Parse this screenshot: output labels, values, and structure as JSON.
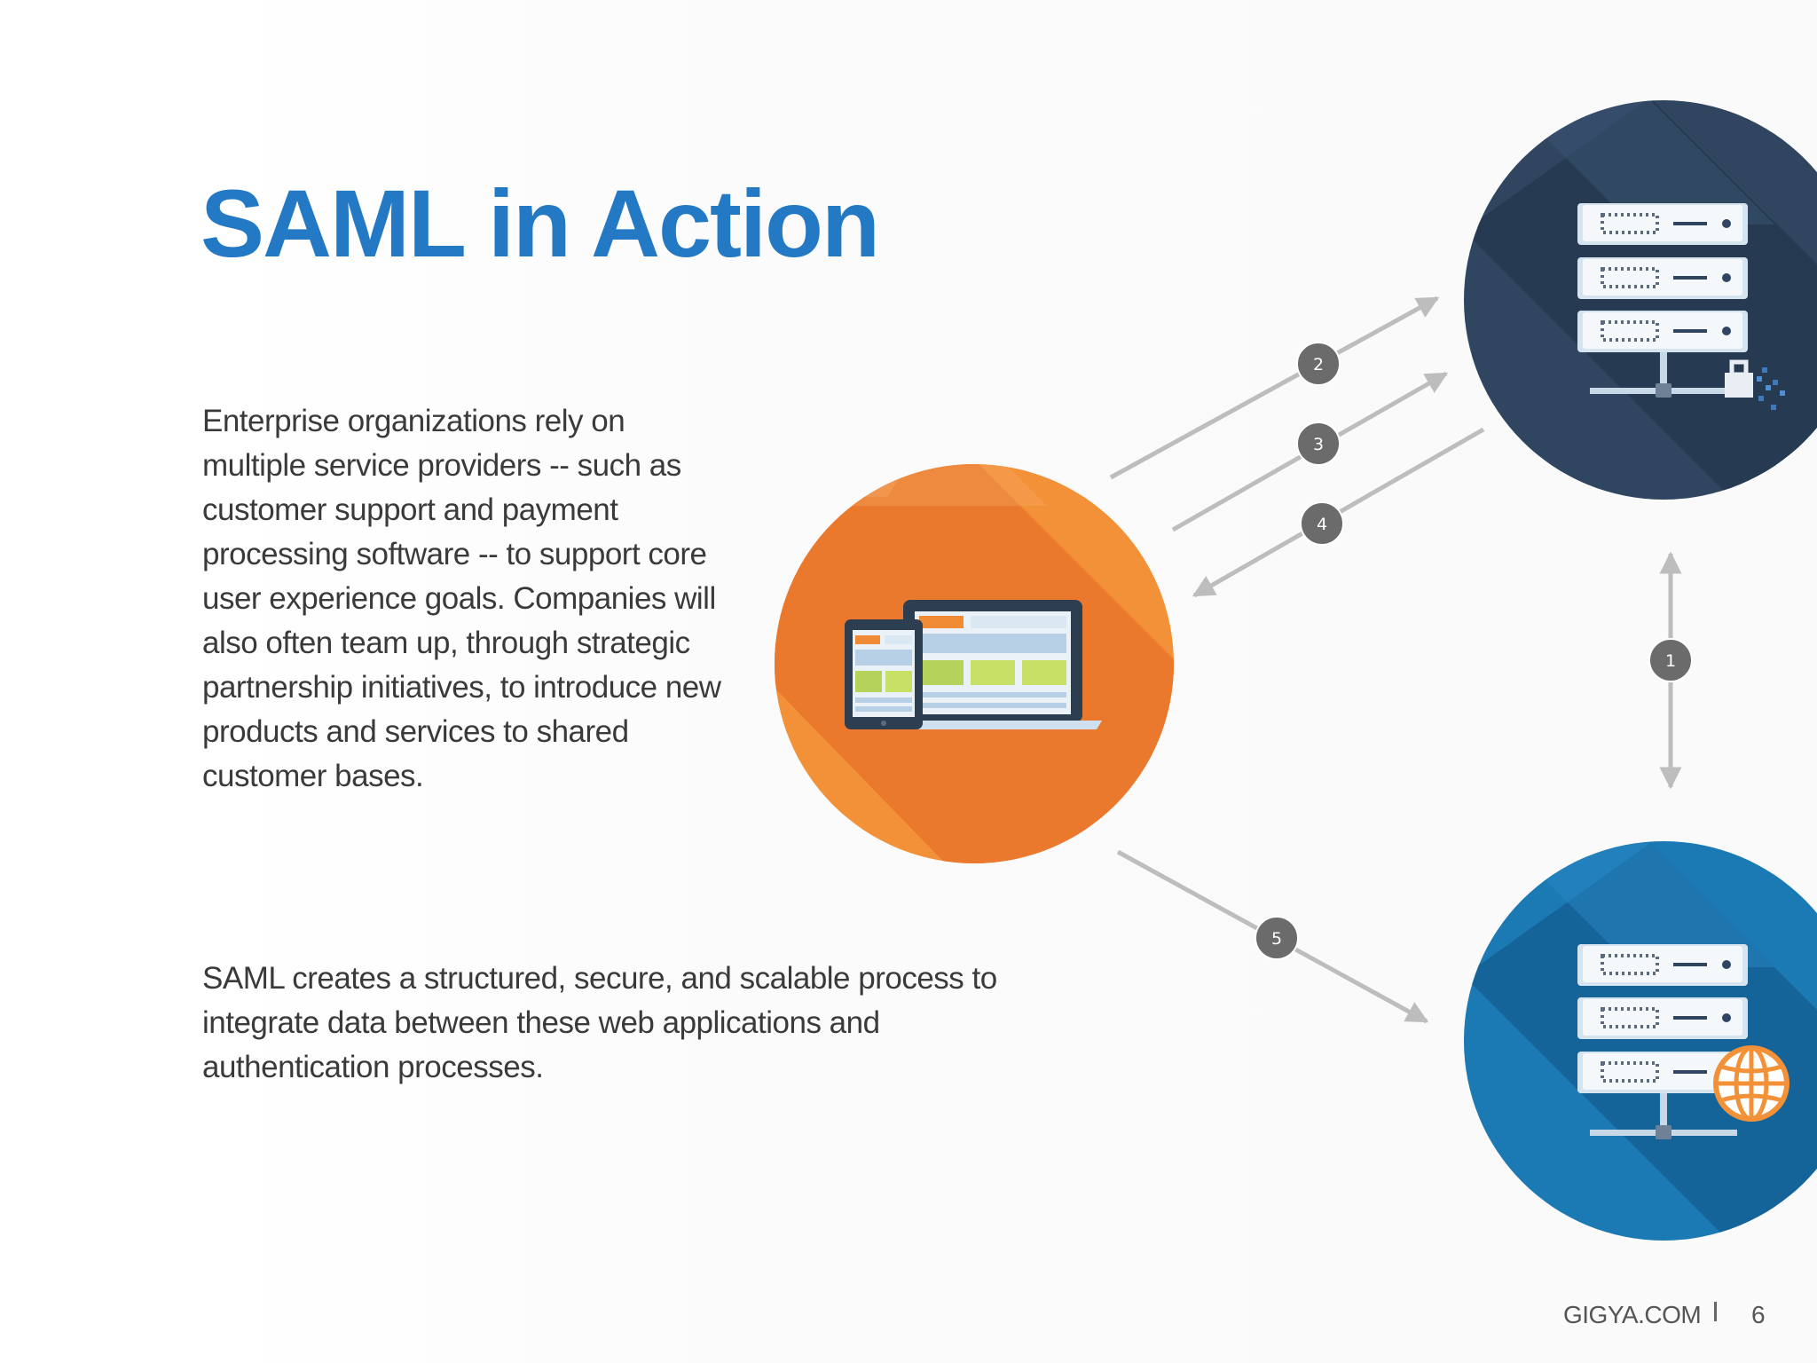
{
  "slide": {
    "title": "SAML in Action",
    "paragraph_1": "Enterprise organizations rely on multiple service providers -- such as customer support and payment processing software -- to support core user experience goals. Companies will also often team up, through strategic partnership initiatives, to introduce new products and services to shared customer bases.",
    "paragraph_2": "SAML creates a structured, secure, and scalable process to integrate data between these web applications and authentication processes."
  },
  "diagram": {
    "steps": [
      {
        "label": "1"
      },
      {
        "label": "2"
      },
      {
        "label": "3"
      },
      {
        "label": "4"
      },
      {
        "label": "5"
      }
    ],
    "colors": {
      "user_circle": "#f39139",
      "identity_provider_circle": "#2f4560",
      "service_provider_circle": "#1b79b4",
      "arrow": "#bdbdbd",
      "step_badge": "#6b6b6b"
    },
    "icons": [
      "devices-icon",
      "server-lock-icon",
      "server-globe-icon"
    ]
  },
  "footer": {
    "brand": "GIGYA.COM",
    "page_number": "6"
  }
}
